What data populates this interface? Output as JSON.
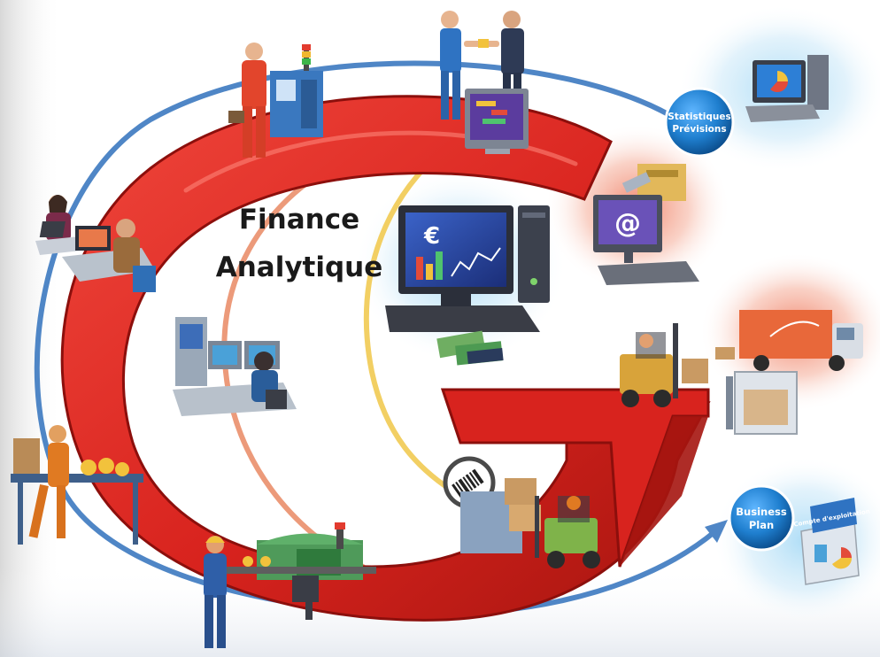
{
  "center_title": {
    "line1": "Finance",
    "line2": "Analytique"
  },
  "badges": {
    "stats": {
      "line1": "Statistiques",
      "line2": "Prévisions"
    },
    "business": {
      "line1": "Business",
      "line2": "Plan"
    }
  },
  "binder_label": "Compte d'exploitation",
  "icons": {
    "email_symbol": "@",
    "euro_symbol": "€"
  },
  "colors": {
    "arrow_red": "#d8231e",
    "arrow_dark": "#8c0f0c",
    "ring_blue": "#4f86c6",
    "ring_orange": "#ec9a7a",
    "ring_yellow": "#f2cf63",
    "badge_blue": "#1f7fcf",
    "glow_blue": "#bfe3f7",
    "glow_red": "#f3a48f"
  }
}
